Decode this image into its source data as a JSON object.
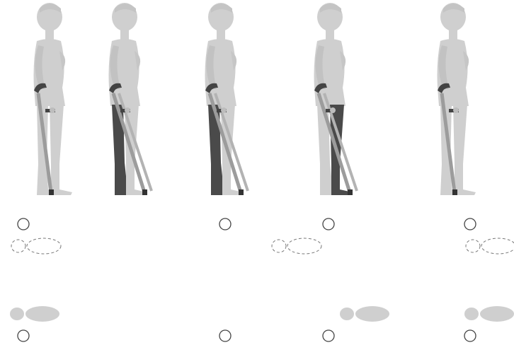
{
  "colors": {
    "background": "#ffffff",
    "body": "#cfcfcf",
    "highlighted_leg": "#4a4a4a",
    "crutch_tube": "#9c9c9c",
    "crutch_cuff": "#444444",
    "footprint_filled": "#cfcfcf",
    "footprint_outline": "#777777",
    "marker_ring": "#444444"
  },
  "steps": [
    {
      "step": 1,
      "figure_icon": "standing-with-crutches-icon",
      "crutches": "together-beside",
      "highlighted_leg": "none",
      "top_marker": "circle",
      "top_footprint": "dashed-outline",
      "bottom_marker": "circle",
      "bottom_footprint": "filled"
    },
    {
      "step": 2,
      "figure_icon": "crutches-forward-icon",
      "crutches": "forward",
      "highlighted_leg": "back",
      "top_marker": "none",
      "top_footprint": "none",
      "bottom_marker": "none",
      "bottom_footprint": "none"
    },
    {
      "step": 3,
      "figure_icon": "leg-swing-icon",
      "crutches": "forward",
      "highlighted_leg": "back",
      "top_marker": "circle",
      "top_footprint": "none",
      "bottom_marker": "circle",
      "bottom_footprint": "none"
    },
    {
      "step": 4,
      "figure_icon": "step-through-icon",
      "crutches": "forward",
      "highlighted_leg": "front",
      "top_marker": "circle",
      "top_footprint": "dashed-outline",
      "bottom_marker": "circle",
      "bottom_footprint": "filled"
    },
    {
      "step": 5,
      "figure_icon": "standing-final-icon",
      "crutches": "together-beside",
      "highlighted_leg": "none",
      "top_marker": "circle",
      "top_footprint": "dashed-outline",
      "bottom_marker": "circle",
      "bottom_footprint": "filled"
    }
  ]
}
